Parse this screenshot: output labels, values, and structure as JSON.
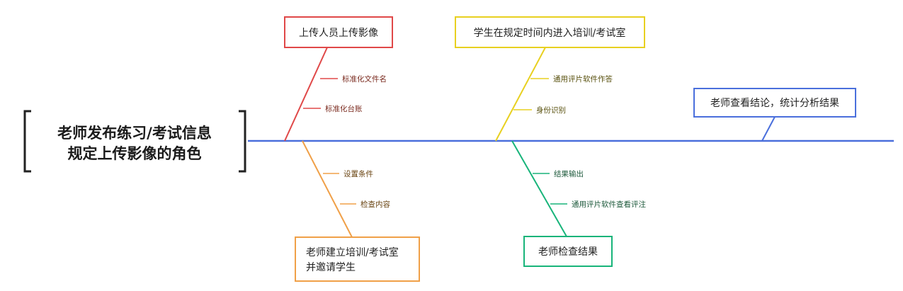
{
  "head": {
    "lines": [
      "老师发布练习/考试信息",
      "规定上传影像的角色"
    ],
    "bracket_color": "#222222"
  },
  "spine": {
    "color": "#4a6fdc"
  },
  "branches": [
    {
      "id": "uploader",
      "color": "#e04848",
      "title_lines": [
        "上传人员上传影像"
      ],
      "sub_text_color": "#7a2a1e",
      "sub_items": [
        "标准化文件名",
        "标准化台账"
      ]
    },
    {
      "id": "teacher-create",
      "color": "#f0a048",
      "title_lines": [
        "老师建立培训/考试室",
        "并邀请学生"
      ],
      "sub_text_color": "#6a4412",
      "sub_items": [
        "设置条件",
        "检查内容"
      ]
    },
    {
      "id": "student-enter",
      "color": "#e8d020",
      "title_lines": [
        "学生在规定时间内进入培训/考试室"
      ],
      "sub_text_color": "#5a5210",
      "sub_items": [
        "通用评片软件作答",
        "身份识别"
      ]
    },
    {
      "id": "teacher-check",
      "color": "#18b47a",
      "title_lines": [
        "老师检查结果"
      ],
      "sub_text_color": "#1e5a3c",
      "sub_items": [
        "结果输出",
        "通用评片软件查看评注"
      ]
    },
    {
      "id": "teacher-review",
      "color": "#4a6fdc",
      "title_lines": [
        "老师查看结论，统计分析结果"
      ],
      "sub_text_color": "#2a3f7a",
      "sub_items": []
    }
  ]
}
